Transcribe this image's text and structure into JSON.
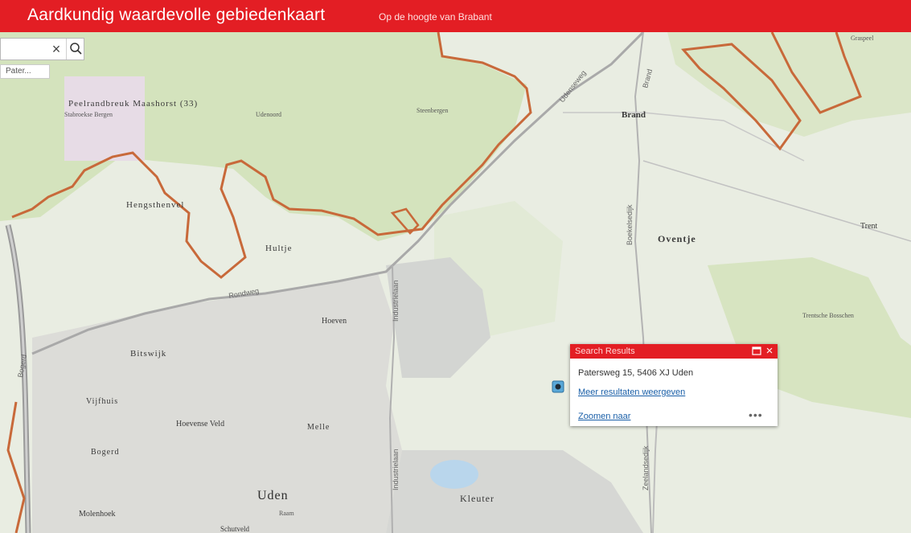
{
  "header": {
    "title": "Aardkundig waardevolle gebiedenkaart",
    "subtitle": "Op de hoogte van Brabant"
  },
  "search": {
    "value": "",
    "suggestion": "Pater..."
  },
  "map_labels": {
    "peelrandbreuk": "Peelrandbreuk Maashorst (33)",
    "stabroek": "Stabroekse Bergen",
    "udenoord": "Udenoord",
    "steenbergen": "Steenbergen",
    "brand": "Brand",
    "graspeel": "Graspeel",
    "hengsthenvel": "Hengsthenvel",
    "hultje": "Hultje",
    "oventje": "Oventje",
    "trent": "Trent",
    "trentsche_bosschen": "Trentsche Bosschen",
    "hoeven": "Hoeven",
    "bitswijk": "Bitswijk",
    "vijfhuis": "Vijfhuis",
    "hoevense_veld": "Hoevense Veld",
    "melle": "Melle",
    "bogerd": "Bogerd",
    "uden": "Uden",
    "kleuter": "Kleuter",
    "molenhoek": "Molenhoek",
    "raam": "Raam",
    "schutveld": "Schutveld",
    "rondweg": "Rondweg",
    "udenseweg": "Udenseweg",
    "brand_road": "Brand",
    "boekelsedijk": "Boekelsedijk",
    "industrielaan": "Industrielaan",
    "zeelandsedijk": "Zeelandsedijk",
    "bogerd_road": "Bogerd"
  },
  "popup": {
    "title": "Search Results",
    "address": "Patersweg 15, 5406 XJ Uden",
    "more_link": "Meer resultaten weergeven",
    "zoom_link": "Zoomen naar",
    "more_menu": "•••"
  },
  "colors": {
    "header": "#e31e24",
    "boundary": "#c8693a",
    "forest": "#cfe0b8",
    "urban": "#d9d9d9",
    "link": "#1a5fa8"
  }
}
